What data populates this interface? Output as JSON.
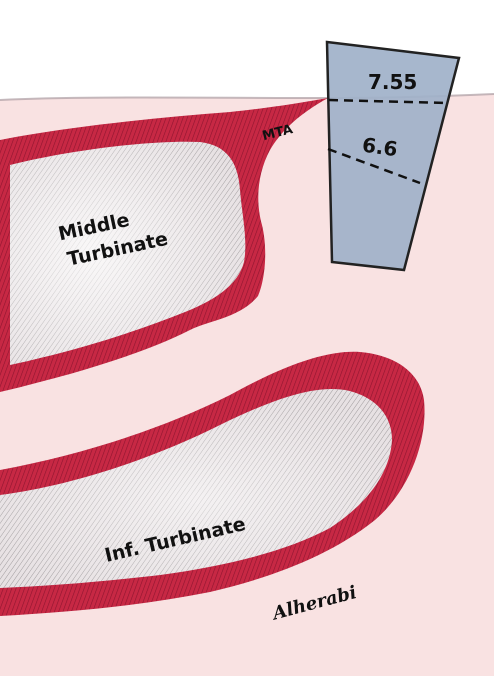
{
  "labels": {
    "mta": "MTA",
    "middle_turbinate_line1": "Middle",
    "middle_turbinate_line2": "Turbinate",
    "inferior_turbinate": "Inf. Turbinate",
    "measure_upper": "7.55",
    "measure_lower": "6.6",
    "signature": "Alherabi"
  },
  "colors": {
    "mucosa_background": "#f9e3e3",
    "turbinate_red": "#c9243f",
    "turbinate_inner": "#dcdcdc",
    "measurement_box": "#9fb1c9",
    "measurement_box_stroke": "#222222",
    "dashed_line": "#111111"
  }
}
